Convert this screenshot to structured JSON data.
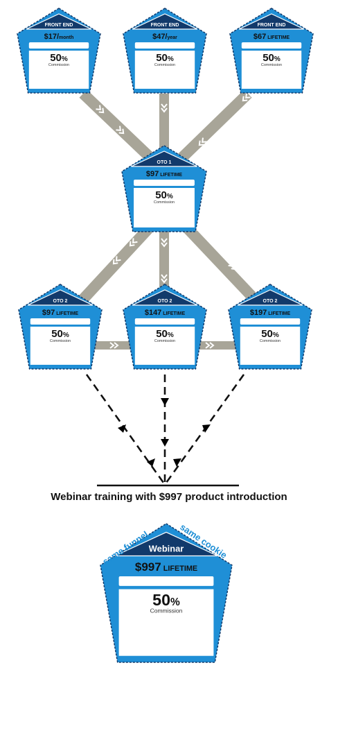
{
  "colors": {
    "blue": "#1f8fd6",
    "navy": "#123a6b",
    "connector": "#a8a598",
    "accent_text": "#1f8fd6"
  },
  "nodes": {
    "front_end_1": {
      "label": "FRONT END",
      "price_main": "$17/",
      "price_suffix": "month",
      "percent": "50",
      "pct_sign": "%",
      "commission": "Commission"
    },
    "front_end_2": {
      "label": "FRONT END",
      "price_main": "$47/",
      "price_suffix": "year",
      "percent": "50",
      "pct_sign": "%",
      "commission": "Commission"
    },
    "front_end_3": {
      "label": "FRONT END",
      "price_main": "$67",
      "price_suffix": " LIFETIME",
      "percent": "50",
      "pct_sign": "%",
      "commission": "Commission"
    },
    "oto1": {
      "label": "OTO 1",
      "price_main": "$97",
      "price_suffix": " LIFETIME",
      "percent": "50",
      "pct_sign": "%",
      "commission": "Commission"
    },
    "oto2_a": {
      "label": "OTO 2",
      "price_main": "$97",
      "price_suffix": " LIFETIME",
      "percent": "50",
      "pct_sign": "%",
      "commission": "Commission"
    },
    "oto2_b": {
      "label": "OTO 2",
      "price_main": "$147",
      "price_suffix": " LIFETIME",
      "percent": "50",
      "pct_sign": "%",
      "commission": "Commission"
    },
    "oto2_c": {
      "label": "OTO 2",
      "price_main": "$197",
      "price_suffix": " LIFETIME",
      "percent": "50",
      "pct_sign": "%",
      "commission": "Commission"
    },
    "webinar": {
      "label": "Webinar",
      "price_main": "$997",
      "price_suffix": " LIFETIME",
      "percent": "50",
      "pct_sign": "%",
      "commission": "Commission"
    }
  },
  "caption": "Webinar training with $997 product introduction",
  "side_notes": {
    "left": "same funnel",
    "right": "same cookie"
  }
}
